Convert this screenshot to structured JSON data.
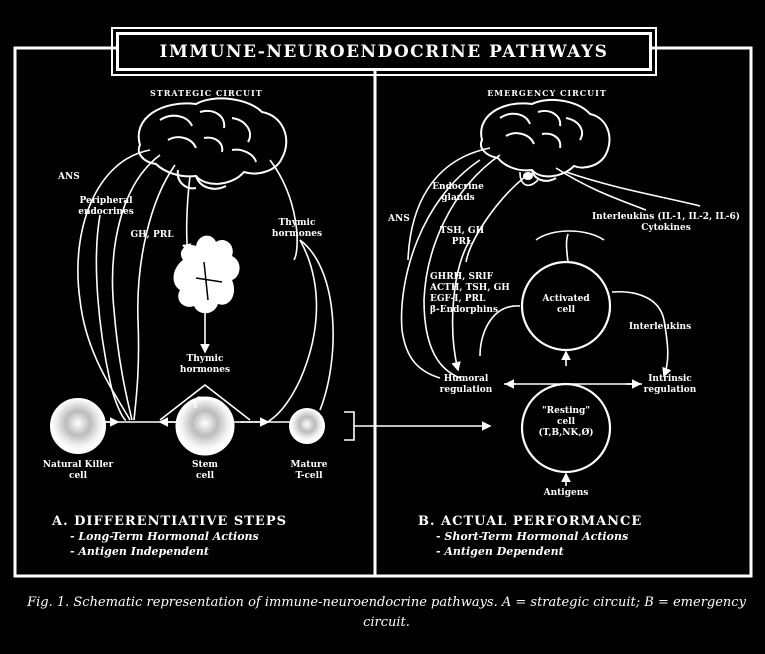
{
  "title": "IMMUNE-NEUROENDOCRINE PATHWAYS",
  "left": {
    "circuit_title": "STRATEGIC CIRCUIT",
    "labels": {
      "ans": "ANS",
      "peripheral_endocrines": "Peripheral\nendocrines",
      "gh_prl": "GH, PRL",
      "thymic_hormones": "Thymic\nhormones",
      "thymic_hormones_2": "Thymic\nhormones",
      "natural_killer": "Natural Killer\ncell",
      "stem_cell": "Stem\ncell",
      "mature_tcell": "Mature\nT-cell"
    },
    "section_heading": "A. DIFFERENTIATIVE STEPS",
    "section_items": [
      "- Long-Term Hormonal Actions",
      "- Antigen Independent"
    ]
  },
  "right": {
    "circuit_title": "EMERGENCY CIRCUIT",
    "labels": {
      "ans": "ANS",
      "endocrine_glands": "Endocrine\nglands",
      "tsh_gh_prl": "TSH, GH\nPRL",
      "interleukins_cytokines": "Interleukins (IL-1, IL-2, IL-6)\nCytokines",
      "hormones_list": "GHRH, SRIF\nACTH, TSH, GH\nEGF-I, PRL\nβ-Endorphins",
      "activated_cell": "Activated\ncell",
      "interleukins": "Interleukins",
      "humoral_regulation": "Humoral\nregulation",
      "intrinsic_regulation": "Intrinsic\nregulation",
      "resting_cell": "\"Resting\"\ncell\n(T,B,NK,Ø)",
      "antigens": "Antigens"
    },
    "section_heading": "B. ACTUAL PERFORMANCE",
    "section_items": [
      "- Short-Term Hormonal Actions",
      "- Antigen Dependent"
    ]
  },
  "caption": "Fig. 1. Schematic representation of immune-neuroendocrine pathways. A = strategic circuit; B = emergency circuit."
}
